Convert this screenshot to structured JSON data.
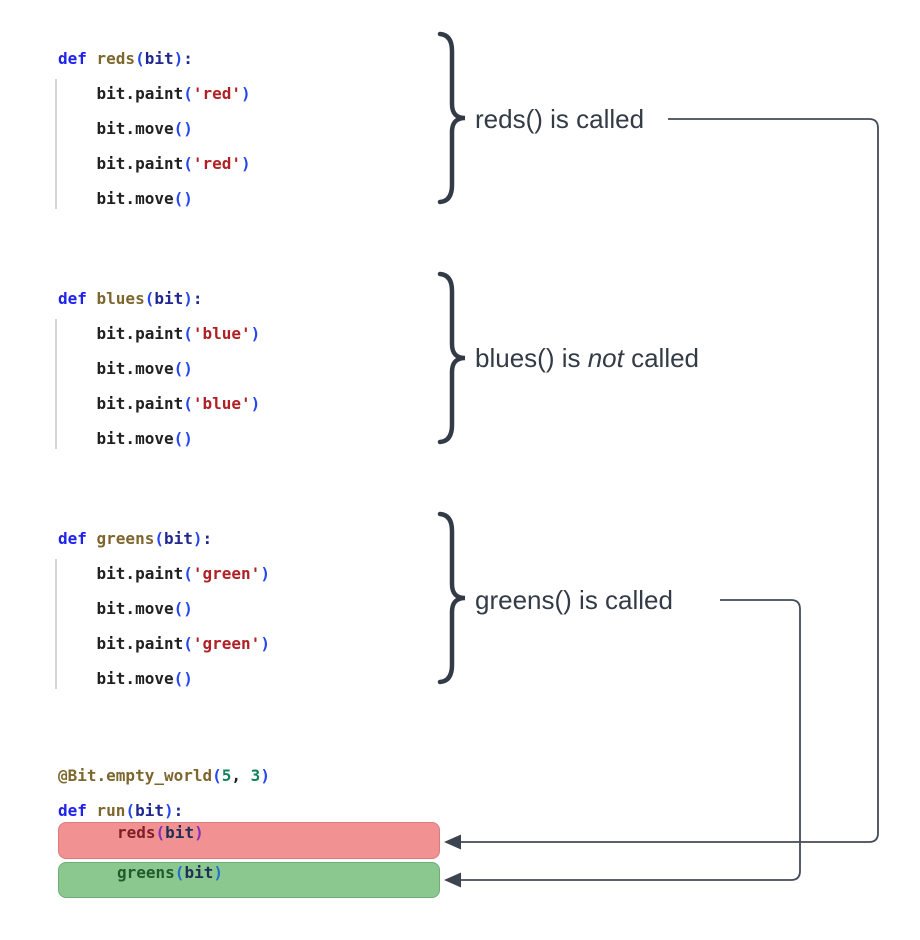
{
  "colors": {
    "red_highlight": "#f29192",
    "green_highlight": "#8bc890",
    "annotation": "#333b47",
    "keyword_blue": "#1e22ee",
    "function_olive": "#7d672f",
    "string_red": "#b02125",
    "number_green": "#12835c"
  },
  "labels": {
    "reds": {
      "text": "reds() is called"
    },
    "blues": {
      "pre": "blues() is ",
      "italic": "not",
      "post": " called"
    },
    "greens": {
      "text": "greens() is called"
    }
  },
  "code_blocks": {
    "reds_def": {
      "lines": [
        [
          [
            "def ",
            "kw"
          ],
          [
            "reds",
            "fn"
          ],
          [
            "(",
            "par"
          ],
          [
            "bit",
            "var"
          ],
          [
            ")",
            "par"
          ],
          [
            ":",
            "var"
          ]
        ],
        [
          [
            "    bit.paint",
            "plain"
          ],
          [
            "(",
            "par"
          ],
          [
            "'red'",
            "str"
          ],
          [
            ")",
            "par"
          ]
        ],
        [
          [
            "    bit.move",
            "plain"
          ],
          [
            "()",
            "par"
          ]
        ],
        [
          [
            "    bit.paint",
            "plain"
          ],
          [
            "(",
            "par"
          ],
          [
            "'red'",
            "str"
          ],
          [
            ")",
            "par"
          ]
        ],
        [
          [
            "    bit.move",
            "plain"
          ],
          [
            "()",
            "par"
          ]
        ]
      ]
    },
    "blues_def": {
      "lines": [
        [
          [
            "def ",
            "kw"
          ],
          [
            "blues",
            "fn"
          ],
          [
            "(",
            "par"
          ],
          [
            "bit",
            "var"
          ],
          [
            ")",
            "par"
          ],
          [
            ":",
            "var"
          ]
        ],
        [
          [
            "    bit.paint",
            "plain"
          ],
          [
            "(",
            "par"
          ],
          [
            "'blue'",
            "str"
          ],
          [
            ")",
            "par"
          ]
        ],
        [
          [
            "    bit.move",
            "plain"
          ],
          [
            "()",
            "par"
          ]
        ],
        [
          [
            "    bit.paint",
            "plain"
          ],
          [
            "(",
            "par"
          ],
          [
            "'blue'",
            "str"
          ],
          [
            ")",
            "par"
          ]
        ],
        [
          [
            "    bit.move",
            "plain"
          ],
          [
            "()",
            "par"
          ]
        ]
      ]
    },
    "greens_def": {
      "lines": [
        [
          [
            "def ",
            "kw"
          ],
          [
            "greens",
            "fn"
          ],
          [
            "(",
            "par"
          ],
          [
            "bit",
            "var"
          ],
          [
            ")",
            "par"
          ],
          [
            ":",
            "var"
          ]
        ],
        [
          [
            "    bit.paint",
            "plain"
          ],
          [
            "(",
            "par"
          ],
          [
            "'green'",
            "str"
          ],
          [
            ")",
            "par"
          ]
        ],
        [
          [
            "    bit.move",
            "plain"
          ],
          [
            "()",
            "par"
          ]
        ],
        [
          [
            "    bit.paint",
            "plain"
          ],
          [
            "(",
            "par"
          ],
          [
            "'green'",
            "str"
          ],
          [
            ")",
            "par"
          ]
        ],
        [
          [
            "    bit.move",
            "plain"
          ],
          [
            "()",
            "par"
          ]
        ]
      ]
    },
    "main": {
      "lines": [
        [
          [
            "@Bit.empty_world",
            "dec"
          ],
          [
            "(",
            "par"
          ],
          [
            "5",
            "num"
          ],
          [
            ", ",
            "plain"
          ],
          [
            "3",
            "num"
          ],
          [
            ")",
            "par"
          ]
        ],
        [
          [
            "def ",
            "kw"
          ],
          [
            "run",
            "fn"
          ],
          [
            "(",
            "par"
          ],
          [
            "bit",
            "var"
          ],
          [
            ")",
            "par"
          ],
          [
            ":",
            "var"
          ]
        ]
      ]
    }
  },
  "highlight_boxes": {
    "red": {
      "lines": [
        [
          [
            "reds",
            "boxred-fn"
          ],
          [
            "(",
            "boxred-par"
          ],
          [
            "bit",
            "box-var"
          ],
          [
            ")",
            "boxred-par"
          ]
        ]
      ]
    },
    "green": {
      "lines": [
        [
          [
            "greens",
            "boxgreen-fn"
          ],
          [
            "(",
            "boxgreen-par"
          ],
          [
            "bit",
            "box-var"
          ],
          [
            ")",
            "boxgreen-par"
          ]
        ]
      ]
    }
  }
}
